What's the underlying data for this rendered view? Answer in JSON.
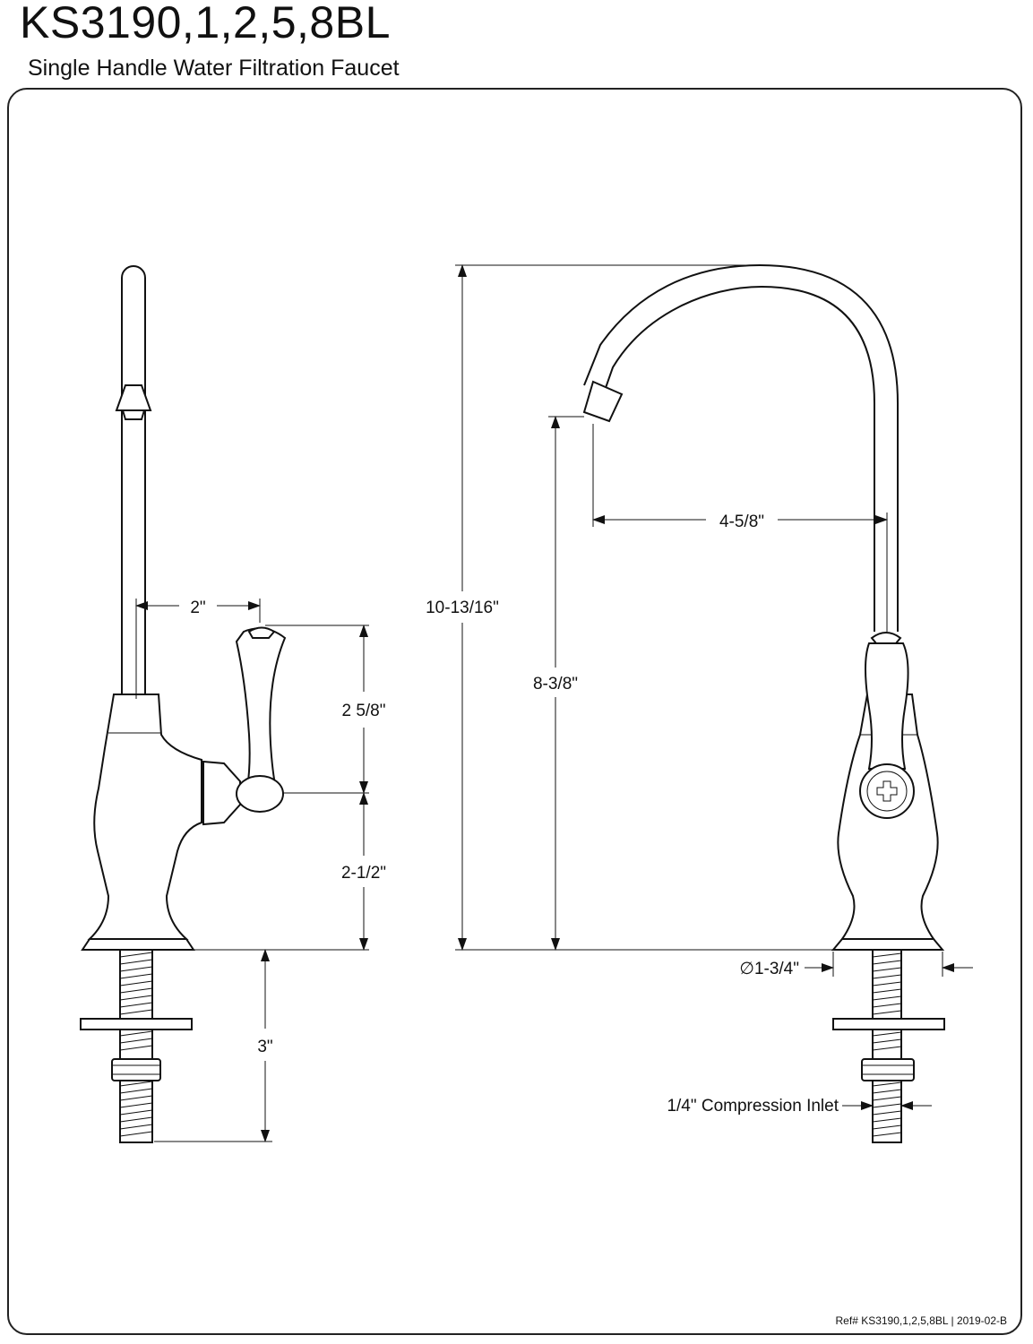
{
  "header": {
    "model": "KS3190,1,2,5,8BL",
    "subtitle": "Single Handle Water Filtration Faucet"
  },
  "side_view": {
    "dim_spout_offset": "2\"",
    "dim_handle_height": "2 5/8\"",
    "dim_handle_to_base": "2-1/2\"",
    "dim_shank_length": "3\""
  },
  "front_view": {
    "dim_overall_height": "10-13/16\"",
    "dim_spout_height": "8-3/8\"",
    "dim_spout_reach": "4-5/8\"",
    "dim_base_diameter": "∅1-3/4\"",
    "dim_inlet": "1/4\" Compression Inlet"
  },
  "footer": {
    "reference": "Ref# KS3190,1,2,5,8BL  |  2019-02-B"
  }
}
